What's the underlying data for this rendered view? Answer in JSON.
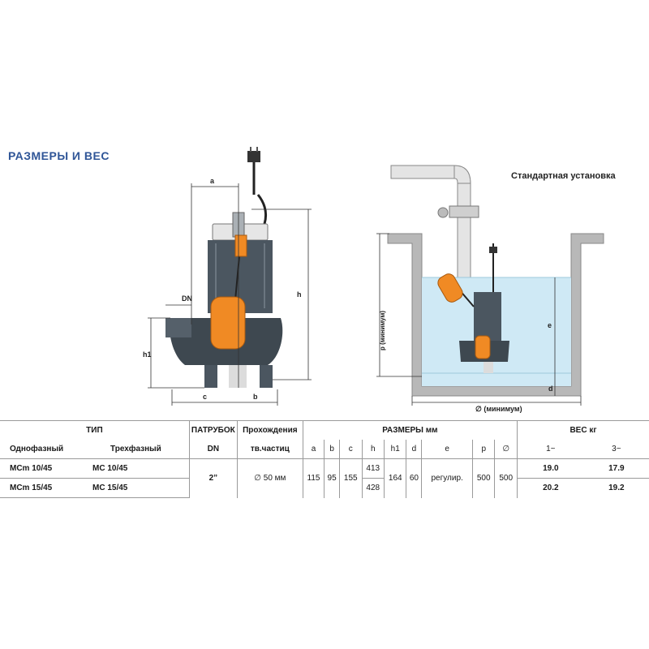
{
  "title": "РАЗМЕРЫ И ВЕС",
  "install_label": "Стандартная установка",
  "dims": {
    "a": "a",
    "b": "b",
    "c": "c",
    "h": "h",
    "h1": "h1",
    "dn": "DN",
    "e": "e",
    "d": "d",
    "p": "p (минимум)",
    "diam": "∅ (минимум)"
  },
  "colors": {
    "pump_body": "#4b5660",
    "float": "#f08a24",
    "water": "#cfe9f5",
    "brand_title": "#2f5597"
  },
  "table": {
    "type_header": "ТИП",
    "single_phase": "Однофазный",
    "three_phase": "Трехфазный",
    "outlet_header": "ПАТРУБОК",
    "outlet_sub": "DN",
    "passage_header_1": "Прохождения",
    "passage_header_2": "тв.частиц",
    "dims_header": "РАЗМЕРЫ мм",
    "dim_cols": [
      "a",
      "b",
      "c",
      "h",
      "h1",
      "d",
      "e",
      "p",
      "∅"
    ],
    "weight_header": "ВЕС кг",
    "weight_cols": [
      "1~",
      "3~"
    ],
    "rows": [
      {
        "single": "MCm 10/45",
        "three": "MC 10/45",
        "h": "413",
        "w1": "19.0",
        "w3": "17.9"
      },
      {
        "single": "MCm 15/45",
        "three": "MC 15/45",
        "h": "428",
        "w1": "20.2",
        "w3": "19.2"
      }
    ],
    "shared": {
      "dn": "2”",
      "passage": "∅ 50 мм",
      "a": "115",
      "b": "95",
      "c": "155",
      "h1": "164",
      "d": "60",
      "e": "регулир.",
      "p": "500",
      "diam": "500"
    }
  }
}
